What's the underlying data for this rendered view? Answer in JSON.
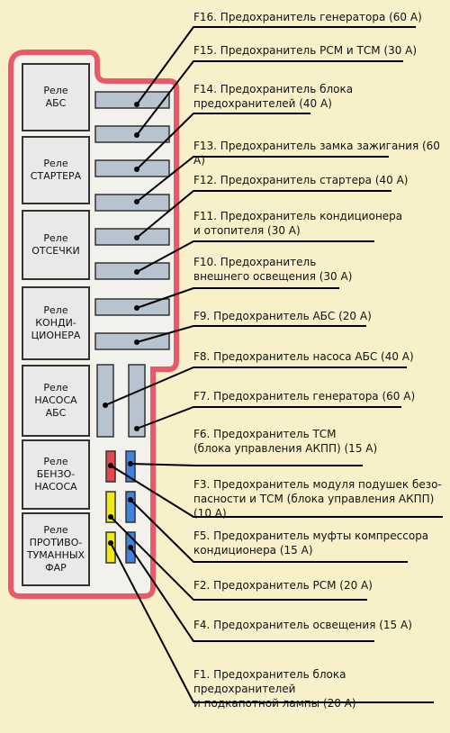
{
  "relays": [
    "Реле\nАБС",
    "Реле\nСТАРТЕРА",
    "Реле\nОТСЕЧКИ",
    "Реле\nКОНДИ-\nЦИОНЕРА",
    "Реле\nНАСОСА\nАБС",
    "Реле\nБЕНЗО-\nНАСОСА",
    "Реле\nПРОТИВО-\nТУМАННЫХ\nФАР"
  ],
  "fuses": [
    "F16. Предохранитель генератора (60 А)",
    "F15. Предохранитель РСМ и ТСМ (30 А)",
    "F14. Предохранитель блока\nпредохранителей (40 А)",
    "F13. Предохранитель замка зажигания (60 А)",
    "F12. Предохранитель стартера (40 А)",
    "F11. Предохранитель кондиционера\nи отопителя (30 А)",
    "F10. Предохранитель\nвнешнего освещения (30 А)",
    "F9. Предохранитель АБС (20 А)",
    "F8. Предохранитель насоса АБС (40 А)",
    "F7. Предохранитель генератора (60 А)",
    "F6. Предохранитель ТСМ\n(блока управления АКПП) (15 А)",
    "F3. Предохранитель модуля подушек безо-\nпасности и ТСМ (блока управления АКПП) (10 А)",
    "F5. Предохранитель муфты компрессора\nкондиционера (15 А)",
    "F2. Предохранитель РСМ (20 А)",
    "F4. Предохранитель освещения (15 А)",
    "F1. Предохранитель блока предохранителей\nи подкапотной лампы (20 А)"
  ],
  "colors": {
    "background": "#f7f0c8",
    "panel": "#f3f1ec",
    "panel_border": "#e85a6a",
    "fuse_gray": "#b7c3cf",
    "fuse_red": "#e0484e",
    "fuse_blue": "#3f82e0",
    "fuse_yellow": "#f2ea14"
  }
}
